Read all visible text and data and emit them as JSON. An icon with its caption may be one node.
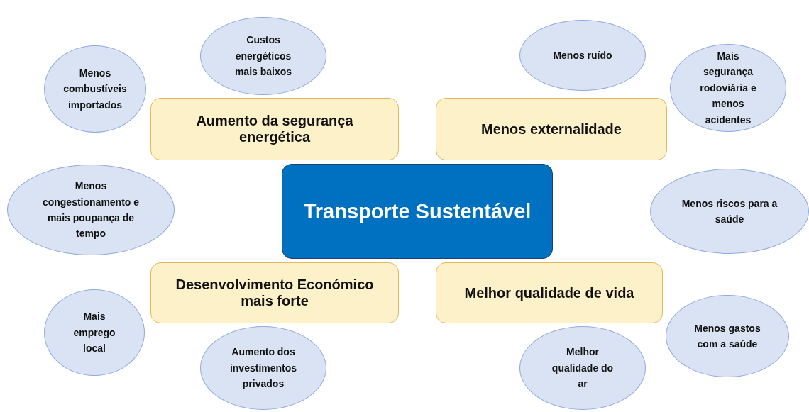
{
  "diagram": {
    "nodes": [
      {
        "text": [
          "Aumento da segurança energética"
        ]
      },
      {
        "text": [
          "Menos externalidade"
        ]
      },
      {
        "text": [
          "Transporte Sustentável"
        ]
      },
      {
        "text": [
          "Desenvolvimento Económico mais forte"
        ]
      },
      {
        "text": [
          "Melhor qualidade de vida"
        ]
      },
      {
        "text": [
          "Custos energéticos mais baixos"
        ]
      },
      {
        "text": [
          "Menos ruído"
        ]
      },
      {
        "text": [
          "Menos combustíveis importados"
        ]
      },
      {
        "text": [
          "Mais segurança rodoviária e menos acidentes"
        ]
      },
      {
        "text": [
          "Menos congestionamento e mais poupança de tempo"
        ]
      },
      {
        "text": [
          "Menos riscos para a saúde"
        ]
      },
      {
        "text": [
          "Mais emprego local"
        ]
      },
      {
        "text": [
          "Menos gastos com a saúde"
        ]
      },
      {
        "text": [
          "Aumento dos investimentos privados"
        ]
      },
      {
        "text": [
          "Melhor qualidade do ar"
        ]
      }
    ]
  }
}
